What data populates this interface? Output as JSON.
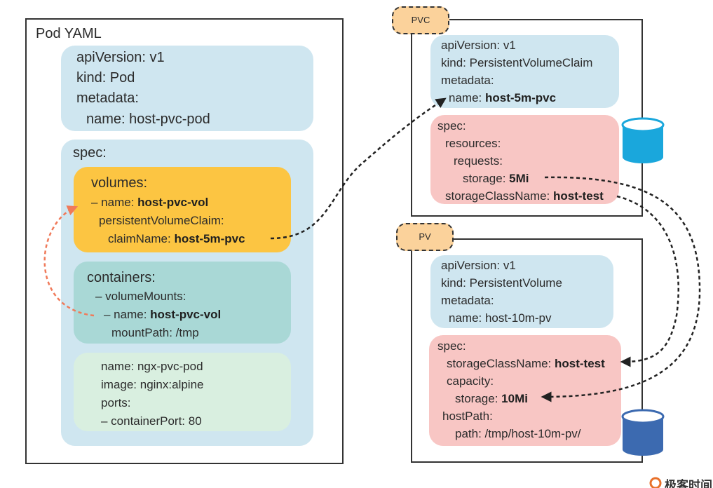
{
  "pod": {
    "title": "Pod YAML",
    "meta": [
      "apiVersion: v1",
      "kind: Pod",
      "metadata:",
      "name: host-pvc-pod"
    ],
    "spec_label": "spec:",
    "volumes": {
      "label": "volumes:",
      "name_key": "– name: ",
      "name_val": "host-pvc-vol",
      "pvc_line": "persistentVolumeClaim:",
      "claim_key": "claimName: ",
      "claim_val": "host-5m-pvc"
    },
    "containers": {
      "label": "containers:",
      "mounts": "– volumeMounts:",
      "name_key": "– name: ",
      "name_val": "host-pvc-vol",
      "mount_path": "mountPath: /tmp"
    },
    "container_info": [
      "name: ngx-pvc-pod",
      "image: nginx:alpine",
      "ports:",
      "– containerPort: 80"
    ]
  },
  "pvc": {
    "tag": "PVC",
    "meta": [
      "apiVersion: v1",
      "kind: PersistentVolumeClaim",
      "metadata:"
    ],
    "name_key": "name: ",
    "name_val": "host-5m-pvc",
    "spec": [
      "spec:",
      "resources:",
      "requests:"
    ],
    "storage_key": "storage: ",
    "storage_val": "5Mi",
    "class_key": "storageClassName: ",
    "class_val": "host-test"
  },
  "pv": {
    "tag": "PV",
    "meta": [
      "apiVersion: v1",
      "kind: PersistentVolume",
      "metadata:",
      "name: host-10m-pv"
    ],
    "spec_label": "spec:",
    "class_key": "storageClassName: ",
    "class_val": "host-test",
    "capacity": "capacity:",
    "storage_key": "storage: ",
    "storage_val": "10Mi",
    "host_path": "hostPath:",
    "path": "path: /tmp/host-10m-pv/"
  },
  "logo": "极客时间",
  "colors": {
    "blue_panel": "#cfe6f0",
    "orange_panel": "#fcc542",
    "teal_panel": "#a9d8d6",
    "green_panel": "#d9efe0",
    "pink_panel": "#f8c6c4",
    "tag_fill": "#fbd29b",
    "cylinder_pvc": "#1aa7dc",
    "cylinder_pv": "#3c6ab0",
    "link_red": "#f07a5a",
    "link_dark": "#222222"
  }
}
